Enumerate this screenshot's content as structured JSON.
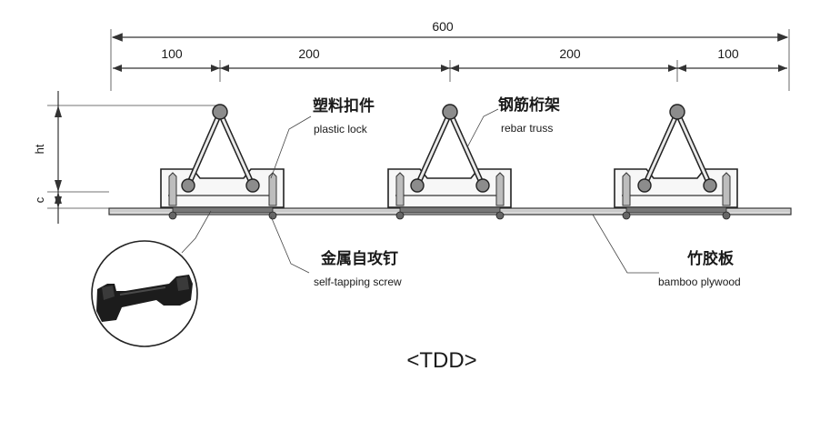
{
  "dimensions": {
    "total": "600",
    "left_end": "100",
    "middle_left": "200",
    "middle_right": "200",
    "right_end": "100"
  },
  "side_labels": {
    "height": "ht",
    "cover": "c"
  },
  "labels": {
    "plastic_lock": {
      "cn": "塑料扣件",
      "en": "plastic lock"
    },
    "rebar_truss": {
      "cn": "钢筋桁架",
      "en": "rebar truss"
    },
    "screw": {
      "cn": "金属自攻钉",
      "en": "self-tapping screw"
    },
    "plywood": {
      "cn": "竹胶板",
      "en": "bamboo plywood"
    }
  },
  "caption": "<TDD>"
}
